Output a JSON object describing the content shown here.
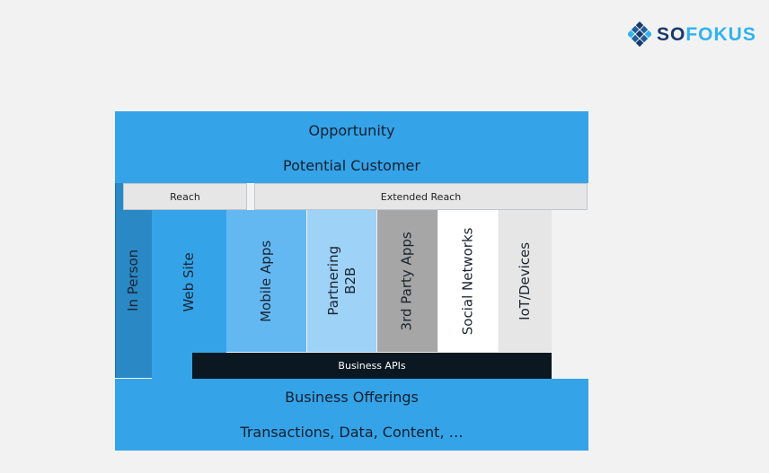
{
  "brand": {
    "name_part1": "SO",
    "name_part2": "FOKUS",
    "icon": "diamond-grid-icon"
  },
  "top": {
    "title": "Opportunity",
    "subtitle": "Potential Customer"
  },
  "reach": {
    "reach_label": "Reach",
    "extended_label": "Extended Reach"
  },
  "channels": [
    {
      "label": "In Person",
      "color": "#2a88c4"
    },
    {
      "label": "Web Site",
      "color": "#35a3e8"
    },
    {
      "label": "Mobile Apps",
      "color": "#64b8f2"
    },
    {
      "line1": "Partnering",
      "line2": "B2B",
      "color": "#9fd2f7"
    },
    {
      "label": "3rd Party Apps",
      "color": "#a6a6a6"
    },
    {
      "label": "Social Networks",
      "color": "#ffffff"
    },
    {
      "label": "IoT/Devices",
      "color": "#e6e6e6"
    }
  ],
  "apis": {
    "label": "Business APIs"
  },
  "bottom": {
    "title": "Business Offerings",
    "subtitle": "Transactions, Data, Content, …"
  },
  "colors": {
    "band": "#35a3e8",
    "api_bar": "#0b1821",
    "background": "#f2f2f2"
  }
}
